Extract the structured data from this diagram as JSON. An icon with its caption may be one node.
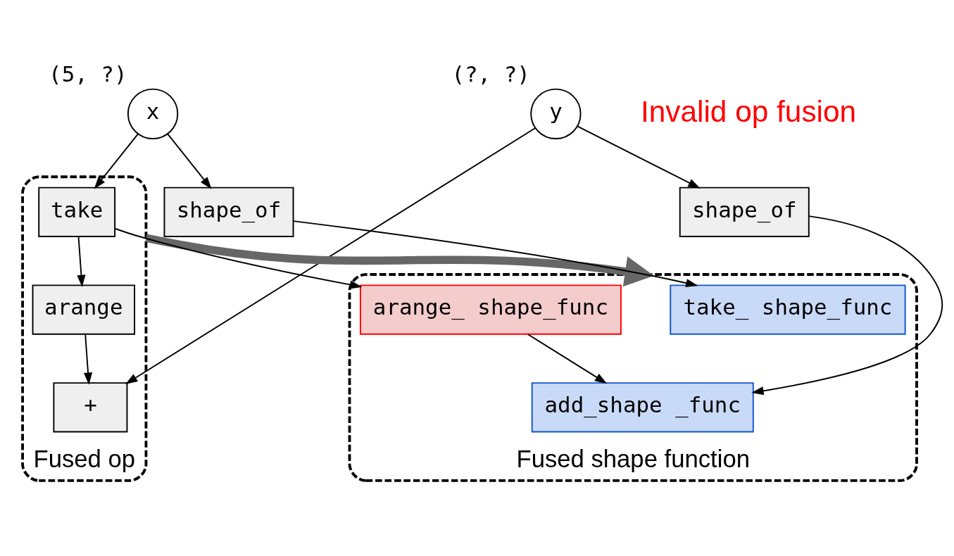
{
  "diagram": {
    "nodes": [
      {
        "text": [
          "x"
        ],
        "beside": [
          "(5, ?)"
        ]
      },
      {
        "text": [
          "y"
        ],
        "beside": [
          "(?, ?)"
        ]
      },
      {
        "text": [
          "Fused op"
        ]
      },
      {
        "text": [
          "take"
        ],
        "in": 2
      },
      {
        "text": [
          "arange"
        ],
        "in": 2
      },
      {
        "text": [
          "+"
        ],
        "in": 2
      },
      {
        "text": [
          "shape_of"
        ]
      },
      {
        "text": [
          "shape_of"
        ]
      },
      {
        "text": [
          "Fused shape function"
        ]
      },
      {
        "text": [
          "take_ shape_func"
        ],
        "in": 8
      },
      {
        "text": [
          "arange_ shape_func"
        ],
        "in": 8
      },
      {
        "text": [
          "add_shape _func"
        ],
        "in": 8
      }
    ],
    "edges": [
      {
        "from": 0,
        "to": 3,
        "arrow": "to"
      },
      {
        "from": 0,
        "to": 6,
        "arrow": "to"
      },
      {
        "from": 1,
        "to": 5,
        "arrow": "to"
      },
      {
        "from": 1,
        "to": 7,
        "arrow": "to"
      },
      {
        "from": 3,
        "to": 4,
        "arrow": "to"
      },
      {
        "from": 4,
        "to": 5,
        "arrow": "to"
      },
      {
        "from": 3,
        "to": 10,
        "arrow": "to"
      },
      {
        "from": 6,
        "to": 9,
        "arrow": "to"
      },
      {
        "from": 7,
        "to": 11,
        "arrow": "to"
      },
      {
        "from": 10,
        "to": 11,
        "arrow": "to"
      },
      {
        "from": 2,
        "to": 8,
        "arrow": "to",
        "style": "thick",
        "color": "#666666"
      }
    ],
    "labels": [
      "Invalid op fusion"
    ]
  }
}
